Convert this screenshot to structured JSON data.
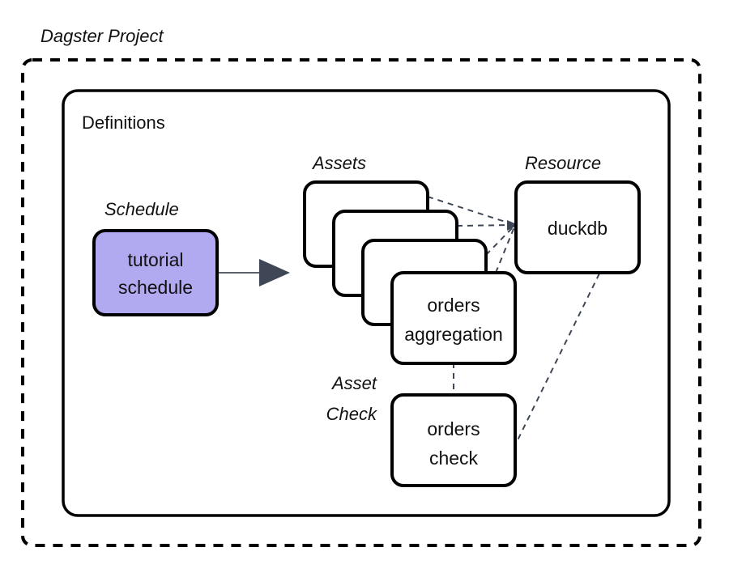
{
  "diagram": {
    "title": "Dagster Project",
    "container_label": "Definitions",
    "groups": {
      "schedule_label": "Schedule",
      "assets_label": "Assets",
      "resource_label": "Resource",
      "asset_check_label_line1": "Asset",
      "asset_check_label_line2": "Check"
    },
    "nodes": {
      "schedule": {
        "line1": "tutorial",
        "line2": "schedule",
        "fill": "#b2aaf0",
        "stroke": "#000000"
      },
      "asset_card_1": {
        "line1": "",
        "line2": ""
      },
      "asset_card_2": {
        "line1": "",
        "line2": ""
      },
      "asset_card_3": {
        "line1": "",
        "line2": ""
      },
      "asset_card_4": {
        "line1": "orders",
        "line2": "aggregation"
      },
      "resource": {
        "line1": "duckdb"
      },
      "asset_check": {
        "line1": "orders",
        "line2": "check"
      }
    },
    "edges": {
      "schedule_to_assets": "solid-arrow",
      "assets_to_resource": "dashed",
      "resource_to_asset_check": "dashed",
      "asset_to_asset_check": "dashed"
    },
    "colors": {
      "background": "#ffffff",
      "ink": "#000000",
      "accent_purple": "#b2aaf0",
      "arrow_gray": "#3f4756",
      "dashed_gray": "#3f4756"
    }
  }
}
